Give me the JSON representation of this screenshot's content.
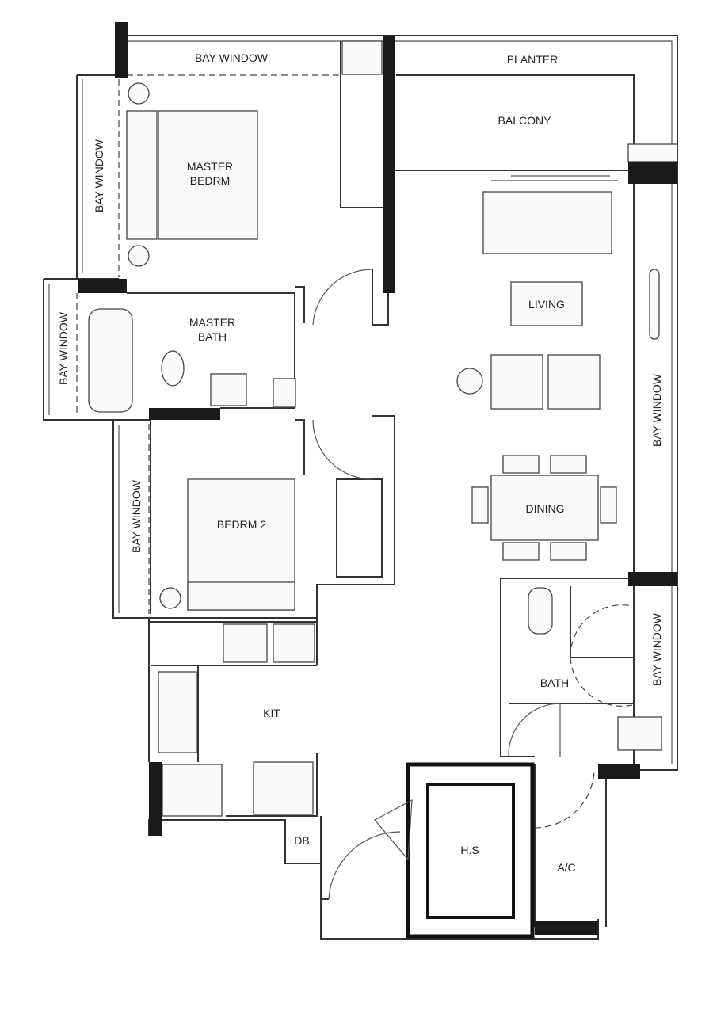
{
  "plan": {
    "rooms": {
      "bay_window_top": "BAY WINDOW",
      "planter": "PLANTER",
      "balcony": "BALCONY",
      "master_bedrm_1": "MASTER",
      "master_bedrm_2": "BEDRM",
      "bay_window_master": "BAY WINDOW",
      "master_bath_1": "MASTER",
      "master_bath_2": "BATH",
      "bay_window_bath": "BAY WINDOW",
      "living": "LIVING",
      "bay_window_right": "BAY WINDOW",
      "dining": "DINING",
      "bedrm2": "BEDRM 2",
      "bay_window_bedrm2": "BAY WINDOW",
      "bath": "BATH",
      "bay_window_bath2": "BAY WINDOW",
      "kit": "KIT",
      "db": "DB",
      "hs": "H.S",
      "ac": "A/C"
    },
    "colors": {
      "wall": "#333333",
      "column": "#1a1a1a",
      "background": "#ffffff"
    }
  }
}
